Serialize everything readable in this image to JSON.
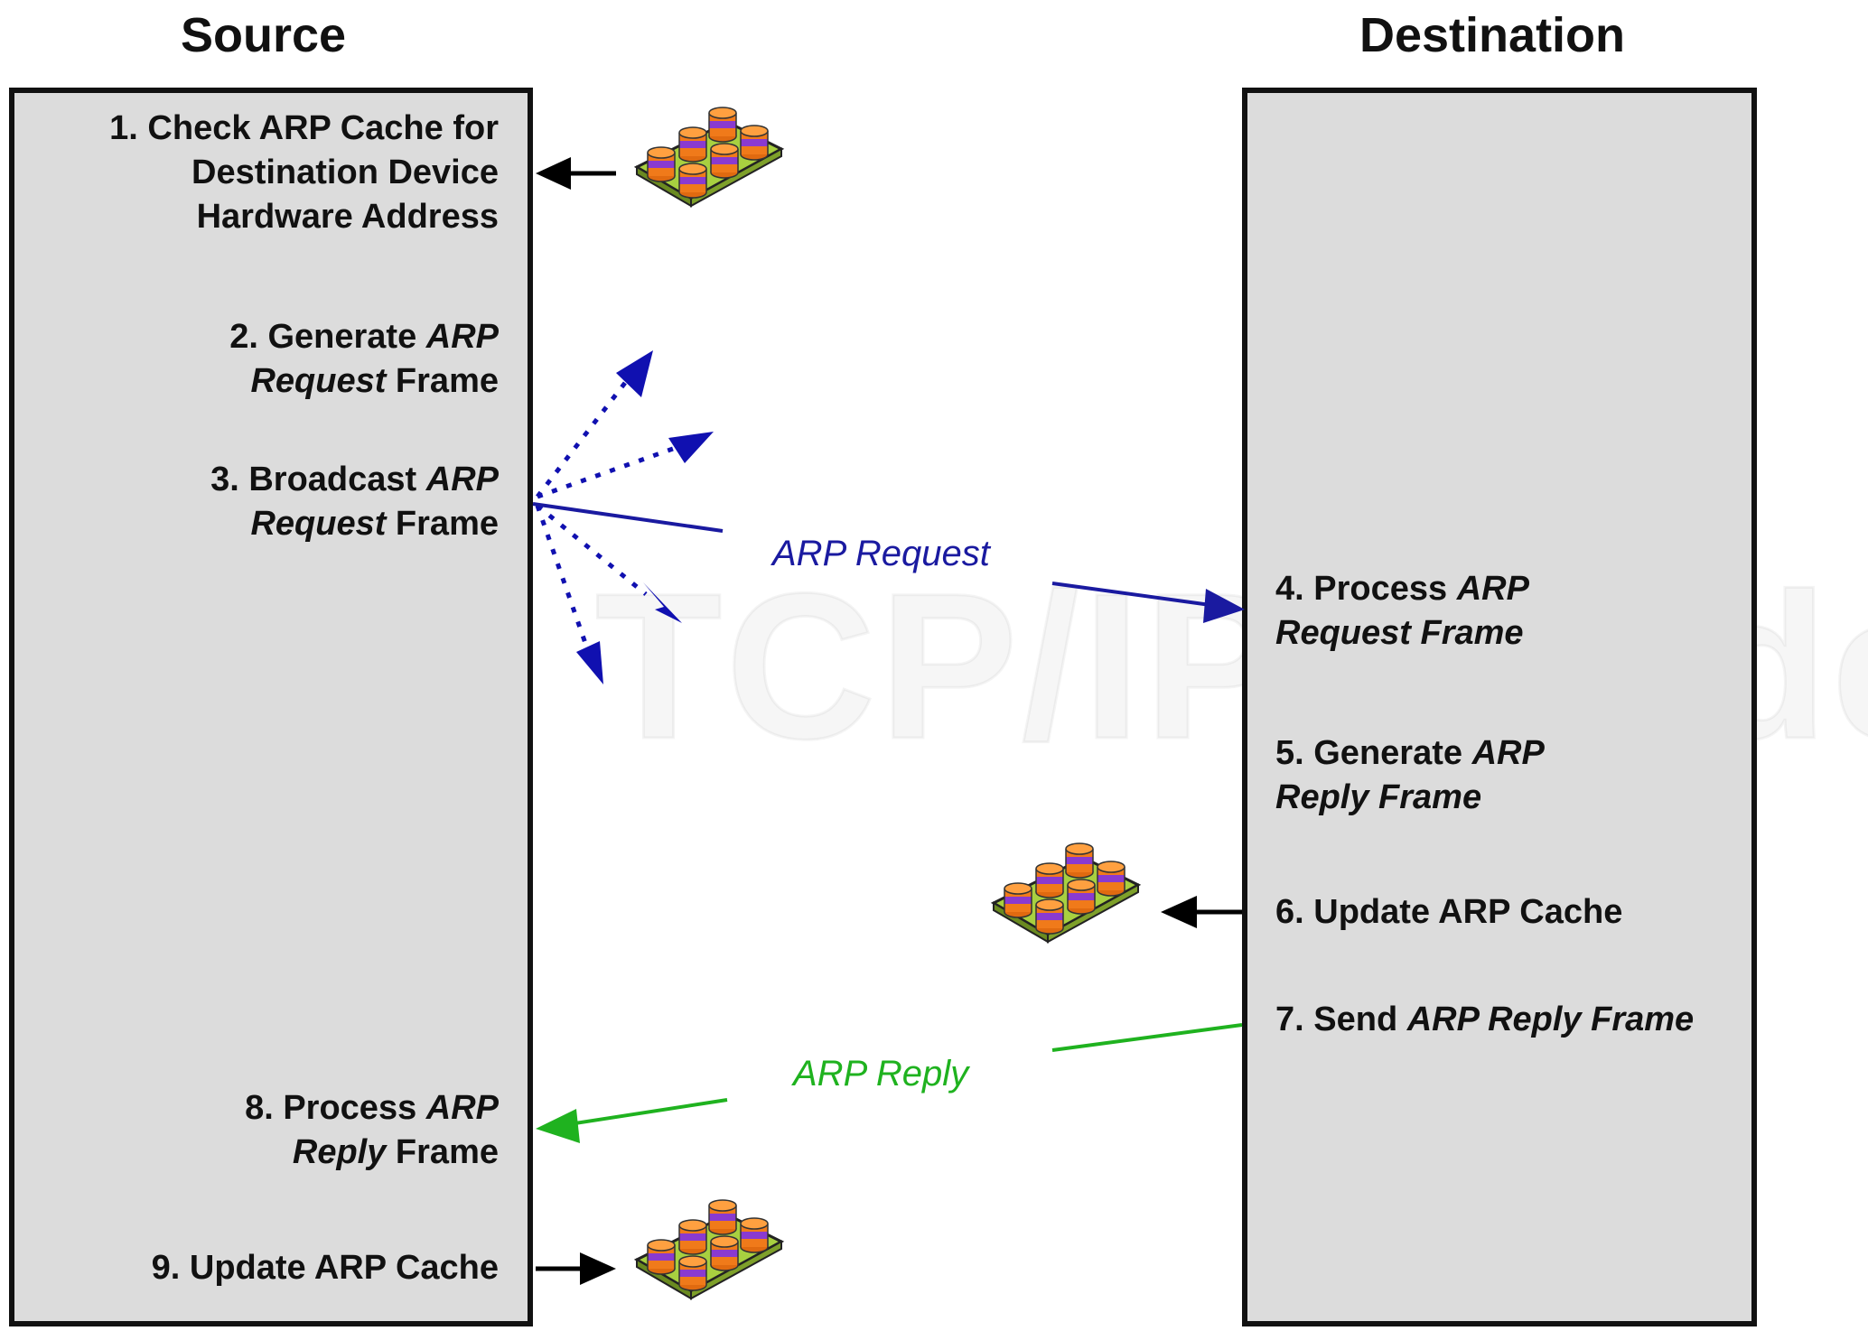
{
  "headers": {
    "source": "Source",
    "destination": "Destination"
  },
  "watermark": "The TCP/IP Guide",
  "source_steps": [
    {
      "lines": [
        [
          {
            "t": "1. Check ARP Cache for",
            "i": false
          }
        ],
        [
          {
            "t": "Destination Device",
            "i": false
          }
        ],
        [
          {
            "t": "Hardware Address",
            "i": false
          }
        ]
      ]
    },
    {
      "lines": [
        [
          {
            "t": "2. Generate ",
            "i": false
          },
          {
            "t": "ARP",
            "i": true
          }
        ],
        [
          {
            "t": "Request",
            "i": true
          },
          {
            "t": " Frame",
            "i": false
          }
        ]
      ]
    },
    {
      "lines": [
        [
          {
            "t": "3. Broadcast ",
            "i": false
          },
          {
            "t": "ARP",
            "i": true
          }
        ],
        [
          {
            "t": "Request",
            "i": true
          },
          {
            "t": " Frame",
            "i": false
          }
        ]
      ]
    },
    {
      "lines": [
        [
          {
            "t": "8. Process ",
            "i": false
          },
          {
            "t": "ARP",
            "i": true
          }
        ],
        [
          {
            "t": "Reply",
            "i": true
          },
          {
            "t": " Frame",
            "i": false
          }
        ]
      ]
    },
    {
      "lines": [
        [
          {
            "t": "9. Update ARP Cache",
            "i": false
          }
        ]
      ]
    }
  ],
  "destination_steps": [
    {
      "lines": [
        [
          {
            "t": "4. Process ",
            "i": false
          },
          {
            "t": "ARP",
            "i": true
          }
        ],
        [
          {
            "t": "Request Frame",
            "i": true
          }
        ]
      ]
    },
    {
      "lines": [
        [
          {
            "t": "5. Generate ",
            "i": false
          },
          {
            "t": "ARP",
            "i": true
          }
        ],
        [
          {
            "t": "Reply Frame",
            "i": true
          }
        ]
      ]
    },
    {
      "lines": [
        [
          {
            "t": "6. Update ARP Cache",
            "i": false
          }
        ]
      ]
    },
    {
      "lines": [
        [
          {
            "t": "7. Send ",
            "i": false
          },
          {
            "t": "ARP Reply Frame",
            "i": true
          }
        ]
      ]
    }
  ],
  "messages": {
    "request": "ARP Request",
    "reply": "ARP Reply"
  },
  "colors": {
    "panel": "#dcdcdc",
    "request": "#1a1aa0",
    "broadcast": "#1010b0",
    "reply": "#1fb21f",
    "arrow": "#000000",
    "cache_cylinder": "#f07a1a",
    "cache_band": "#8a3ad0",
    "cache_base": "#a8d040"
  },
  "icons": [
    "arp-cache-icon"
  ]
}
